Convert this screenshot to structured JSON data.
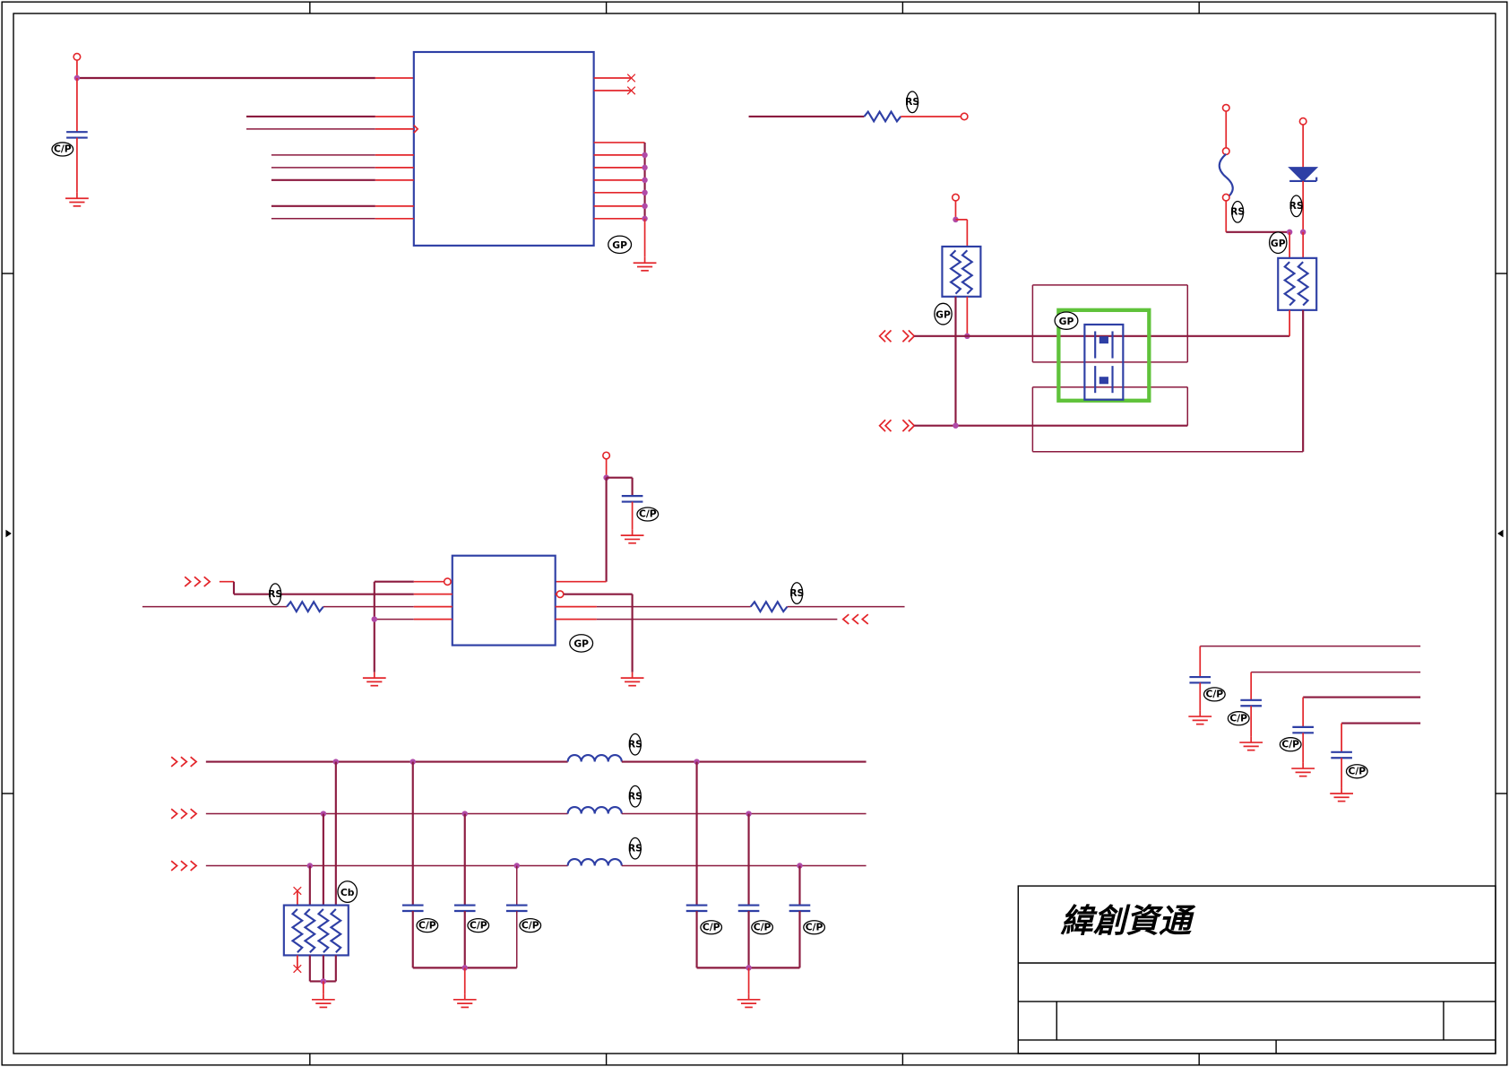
{
  "title_block": {
    "company": "緯創資通"
  },
  "markers": {
    "gp": "GP",
    "cp": "C/P",
    "cb": "Cb",
    "rs": "RS"
  },
  "colors": {
    "wire": "#8b1a3f",
    "pin": "#e3262b",
    "component": "#2e3fa5",
    "junction": "#b04aa8",
    "highlight": "#5fc23a",
    "frame": "#000000"
  }
}
